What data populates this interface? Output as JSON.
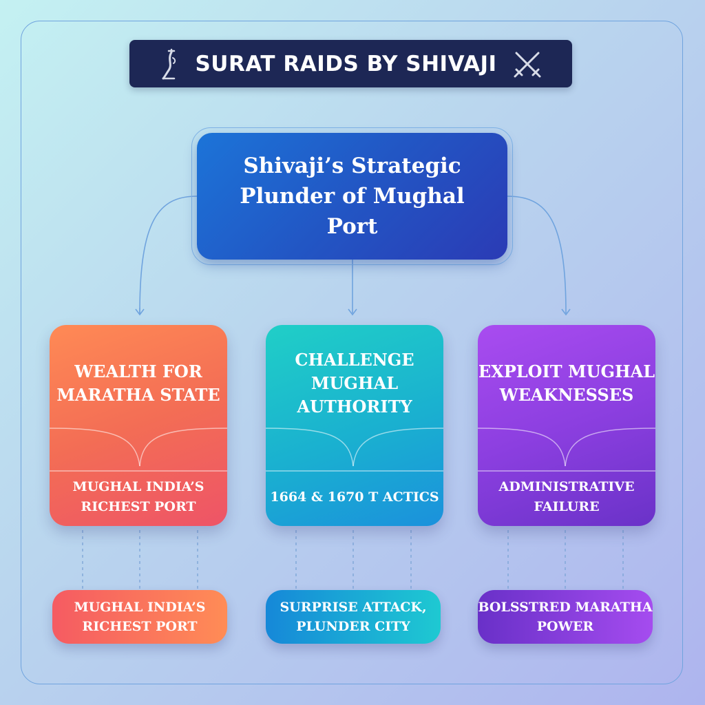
{
  "title": {
    "text": "SURAT RAIDS BY SHIVAJI",
    "left_icon": "sword-hand-icon",
    "right_icon": "crossed-swords-icon"
  },
  "root": {
    "text": "Shivaji’s Strategic Plunder of Mughal Port"
  },
  "branches": [
    {
      "title": "WEALTH FOR MARATHA STATE",
      "detail": "MUGHAL INDIA’S RICHEST PORT",
      "outcome": "MUGHAL INDIA’S RICHEST PORT",
      "color": "#f36d55"
    },
    {
      "title": "CHALLENGE MUGHAL AUTHORITY",
      "detail": "1664 & 1670 T ACTICS",
      "outcome": "SURPRISE ATTACK, PLUNDER CITY",
      "color": "#1ab0d0"
    },
    {
      "title": "EXPLOIT MUGHAL WEAKNESSES",
      "detail": "ADMINISTRATIVE FAILURE",
      "outcome": "BOLSSTRED MARATHA POWER",
      "color": "#8c3fe0"
    }
  ],
  "colors": {
    "title_bg": "#1d2755",
    "root_bg": "#2256c4",
    "connector": "#6fa3de"
  }
}
